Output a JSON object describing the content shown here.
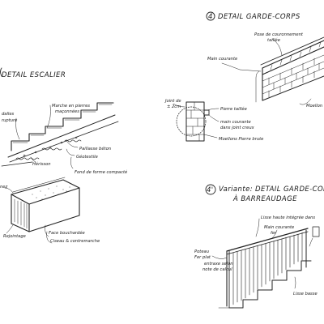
{
  "ink_color": "#222222",
  "background": "#ffffff",
  "details": {
    "escalier": {
      "title": "DETAIL ESCALIER",
      "labels": {
        "marches": "Marche en pierres",
        "marches2": "maçonnées",
        "dalles": "dalles",
        "rupture": "rupture",
        "paillasse": "Paillasse béton",
        "geotextile": "Géotextile",
        "herisson": "Hérisson",
        "fond": "Fond de forme compacté",
        "nez": "nez",
        "rejointage": "Rejointage",
        "face": "Face bouchardée",
        "ciseau": "Ciseau & contremarche"
      }
    },
    "garde_corps": {
      "number": "4",
      "title": "DETAIL GARDE-CORPS",
      "labels": {
        "pose": "Pose de couronnement",
        "taillee": "taillée",
        "main_courante": "Main courante",
        "moellon": "Moellon",
        "joint": "Joint de",
        "joint2": "± 2cm",
        "pierre_taillee": "Pierre taillée",
        "main_courante2": "main courante",
        "dans_joint": "dans joint creux",
        "moellons_brute": "Moellons Pierre brute"
      }
    },
    "barreaudage": {
      "number": "4'",
      "title": "Variante: DETAIL GARDE-CORPS",
      "subtitle": "À BARREAUDAGE",
      "labels": {
        "lisse_haute": "Lisse haute intégrée dans",
        "main_courante": "Main courante",
        "fer": "fer",
        "poteau": "Poteau",
        "fer_plat": "Fer plat",
        "entraxe": "entraxe selon",
        "calcul": "note de calcul",
        "lisse_basse": "Lisse basse"
      }
    }
  }
}
